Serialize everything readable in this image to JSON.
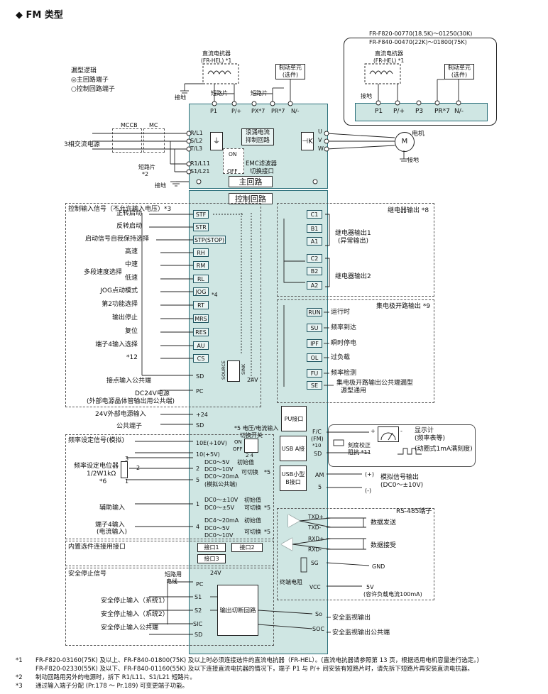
{
  "title": "◆ FM 类型",
  "legend": {
    "title": "漏型逻辑",
    "main_terminal": "◎主回路端子",
    "control_terminal": "○控制回路端子"
  },
  "inset": {
    "line1": "FR-F820-00770(18.5K)～01250(30K)",
    "line2": "FR-F840-00470(22K)～01800(75K)",
    "reactor": "直流电抗器",
    "reactor2": "(FR-HEL) *1",
    "brake": "制动单元",
    "brake2": "(选件)",
    "ground": "接地",
    "terminals": [
      "P1",
      "P/+",
      "P3",
      "PR*7",
      "N/-"
    ]
  },
  "top": {
    "reactor": "直流电抗器",
    "reactor2": "(FR-HEL) *1",
    "brake": "制动单元",
    "brake2": "(选件)",
    "ground": "接地",
    "short1": "短路片",
    "short2": "短路片",
    "terminals": [
      "P1",
      "P/+",
      "PX*7",
      "PR*7",
      "N/-"
    ]
  },
  "power": {
    "source": "3相交流电源",
    "mccb": "MCCB",
    "mc": "MC",
    "inputs": [
      "R/L1",
      "S/L2",
      "T/L3"
    ],
    "r1": "R1/L11",
    "s1": "S1/L21",
    "short": "短路片",
    "short_note": "*2",
    "ground": "接地"
  },
  "main_circuit": {
    "inrush": "浪涌电流",
    "inrush2": "抑制回路",
    "emc_on": "ON",
    "emc_off": "OFF",
    "emc": "EMC滤波器",
    "emc2": "切换接口",
    "label": "主回路"
  },
  "motor": {
    "outputs": [
      "U",
      "V",
      "W"
    ],
    "label": "电机",
    "m": "M",
    "ground": "接地"
  },
  "control": {
    "label": "控制回路",
    "input_title": "控制输入信号（不允许输入电压）*3",
    "inputs": [
      {
        "name": "正转启动",
        "term": "STF"
      },
      {
        "name": "反转启动",
        "term": "STR"
      },
      {
        "name": "启动信号自我保持选择",
        "term": "STP(STOP)"
      },
      {
        "name": "高速",
        "term": "RH"
      },
      {
        "name": "中速",
        "term": "RM"
      },
      {
        "name": "低速",
        "term": "RL"
      },
      {
        "name": "JOG点动模式",
        "term": "JOG"
      },
      {
        "name": "第2功能选择",
        "term": "RT"
      },
      {
        "name": "输出停止",
        "term": "MRS"
      },
      {
        "name": "复位",
        "term": "RES"
      },
      {
        "name": "端子4输入选择",
        "term": "AU"
      },
      {
        "name": "*12",
        "term": "CS"
      }
    ],
    "multi_speed": "多段速度选择",
    "jog_note": "*4",
    "sd_label": "接点输入公共端",
    "sd": "SD",
    "pc_label1": "DC24V电源",
    "pc_label2": "(外部电源晶体管输出用公共端)",
    "pc": "PC",
    "source": "SOURCE",
    "sink": "SINK",
    "v24": "24V",
    "ext24": "24V外部电源输入",
    "p24": "+24",
    "common": "公共端子",
    "sd2": "SD",
    "switch_note": "*5 电压/电流输入",
    "switch_note2": "切换开关",
    "switch_on": "ON",
    "switch_off": "OFF",
    "switch_nums": "2  4"
  },
  "freq": {
    "title": "频率设定信号(模拟)",
    "pot": "频率设定电位器",
    "pot2": "1/2W1kΩ",
    "pot_note": "*6",
    "pot_nums": [
      "3",
      "2",
      "1"
    ],
    "t10e": "10E(+10V)",
    "t10": "10(+5V)",
    "t2": "2",
    "t5": "5",
    "t1": "1",
    "t4": "4",
    "r2a": "DC0～5V",
    "r2b": "DC0～10V",
    "r2c": "DC0～20mA",
    "r2_init": "初始值",
    "r2_sw": "可切换",
    "r2_note": "*5",
    "com": "(模拟公共端)",
    "aux": "辅助输入",
    "r1a": "DC0～±10V",
    "r1b": "DC0～±5V",
    "r1_init": "初始值",
    "r1_sw": "可切换",
    "r1_note": "*5",
    "t4in": "端子4输入",
    "t4in2": "(电流输入)",
    "r4a": "DC4～20mA",
    "r4b": "DC0～5V",
    "r4c": "DC0～10V",
    "r4_init": "初始值",
    "r4_sw": "可切换",
    "r4_note": "*5"
  },
  "option": {
    "title": "内置选件连接用接口",
    "c1": "接口1",
    "c2": "接口2",
    "c3": "接口3"
  },
  "safety": {
    "title": "安全停止信号",
    "short": "短路用",
    "short2": "电线",
    "v24": "24V",
    "pc": "PC",
    "in1": "安全停止输入（系统1）",
    "in2": "安全停止输入（系统2）",
    "com": "安全停止输入公共端",
    "terms": [
      "S1",
      "S2",
      "SIC",
      "SD"
    ],
    "circuit": "输出切断回路",
    "so": "So",
    "soc": "SOC",
    "mon": "安全监视输出",
    "mon_com": "安全监视输出公共端"
  },
  "relay": {
    "title": "继电器输出 *8",
    "out1": "继电器输出1",
    "out1b": "(异常输出)",
    "out2": "继电器输出2",
    "terms1": [
      "C1",
      "B1",
      "A1"
    ],
    "terms2": [
      "C2",
      "B2",
      "A2"
    ]
  },
  "oc": {
    "title": "集电极开路输出 *9",
    "outputs": [
      {
        "name": "运行时",
        "term": "RUN"
      },
      {
        "name": "频率到达",
        "term": "SU"
      },
      {
        "name": "瞬时停电",
        "term": "IPF"
      },
      {
        "name": "过负载",
        "term": "OL"
      },
      {
        "name": "频率检测",
        "term": "FU"
      }
    ],
    "se": "SE",
    "se_label": "集电极开路输出公共端漏型",
    "se_label2": "源型通用"
  },
  "ports": {
    "pu": "PU接口",
    "usba": "USB A接口",
    "usbb": "USB小型",
    "usbb2": "B接口"
  },
  "meter": {
    "fm": "F/C",
    "fm2": "(FM)",
    "fm_note": "*10",
    "sd": "SD",
    "cal": "刻度校正",
    "cal2": "阻抗 *11",
    "display": "显示计",
    "display2": "(频率表等)",
    "coil": "(动圈式1mA满刻度)",
    "plus": "+",
    "minus": "-"
  },
  "analog_out": {
    "am": "AM",
    "five": "5",
    "plus": "(+)",
    "minus": "(-)",
    "label": "模拟信号输出",
    "label2": "(DC0～±10V)"
  },
  "rs485": {
    "title": "RS-485端子",
    "txd_p": "TXD+",
    "txd_m": "TXD-",
    "rxd_p": "RXD+",
    "rxd_m": "RXD-",
    "sg": "SG",
    "vcc": "VCC",
    "send": "数据发送",
    "recv": "数据接受",
    "gnd": "GND",
    "term_r": "终端电阻",
    "v5": "5V",
    "v5_note": "(容许负载电流100mA)"
  },
  "notes": [
    {
      "mark": "*1",
      "text": "FR-F820-03160(75K) 及以上、FR-F840-01800(75K) 及以上时必须连接选件的直流电抗器（FR-HEL）。(直流电抗器请参照第 13 页，根据适用电机容量进行选定。)"
    },
    {
      "mark": "",
      "text": "FR-F820-02330(55K) 及以下、FR-F840-01160(55K) 及以下连接直流电抗器的情况下，端子 P1 与 P/+ 间安装有短路片时，请先拆下短路片再安装直流电抗器。"
    },
    {
      "mark": "*2",
      "text": "制动回路用另外的电源时，拆下 R1/L11、S1/L21 短路片。"
    },
    {
      "mark": "*3",
      "text": "通过输入端子分配 (Pr.178 ～ Pr.189) 可变更端子功能。"
    }
  ]
}
